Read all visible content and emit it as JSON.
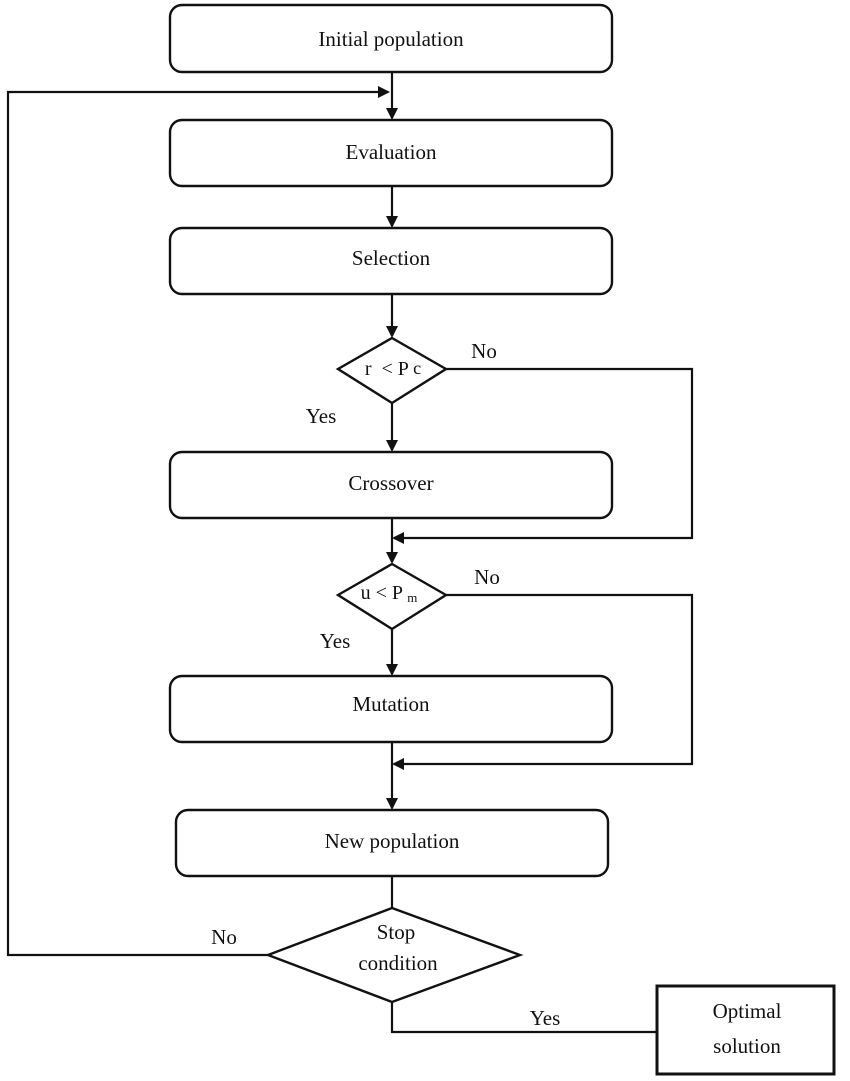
{
  "nodes": {
    "initial_population": "Initial population",
    "evaluation": "Evaluation",
    "selection": "Selection",
    "crossover_decision": {
      "var": "r",
      "op": "<",
      "p": "P",
      "sub": "c"
    },
    "crossover": "Crossover",
    "mutation_decision": {
      "var": "u",
      "op": "<",
      "p": "P",
      "sub": "m"
    },
    "mutation": "Mutation",
    "new_population": "New population",
    "stop_condition": [
      "Stop",
      "condition"
    ],
    "optimal_solution": [
      "Optimal",
      "solution"
    ]
  },
  "edge_labels": {
    "crossover_no": "No",
    "crossover_yes": "Yes",
    "mutation_no": "No",
    "mutation_yes": "Yes",
    "stop_no": "No",
    "stop_yes": "Yes"
  }
}
